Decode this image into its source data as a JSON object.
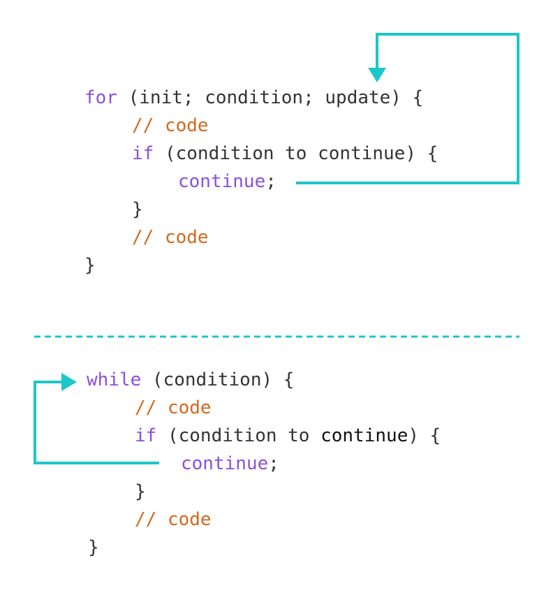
{
  "colors": {
    "keyword": "#8a4fe0",
    "comment": "#d2691e",
    "text": "#333333",
    "arrow": "#1cc6c9"
  },
  "for_loop": {
    "kw_for": "for",
    "header_rest": " (init; condition; update) {",
    "comment1": "// code",
    "kw_if": "if",
    "if_rest": " (condition to continue) {",
    "kw_continue": "continue",
    "semicolon": ";",
    "close_if": "}",
    "comment2": "// code",
    "close_for": "}"
  },
  "while_loop": {
    "kw_while": "while",
    "header_rest": " (condition) {",
    "comment1": "// code",
    "kw_if": "if",
    "if_rest_a": " (condition to ",
    "if_rest_b": "continue",
    "if_rest_c": ") {",
    "kw_continue": "continue",
    "semicolon": ";",
    "close_if": "}",
    "comment2": "// code",
    "close_while": "}"
  }
}
